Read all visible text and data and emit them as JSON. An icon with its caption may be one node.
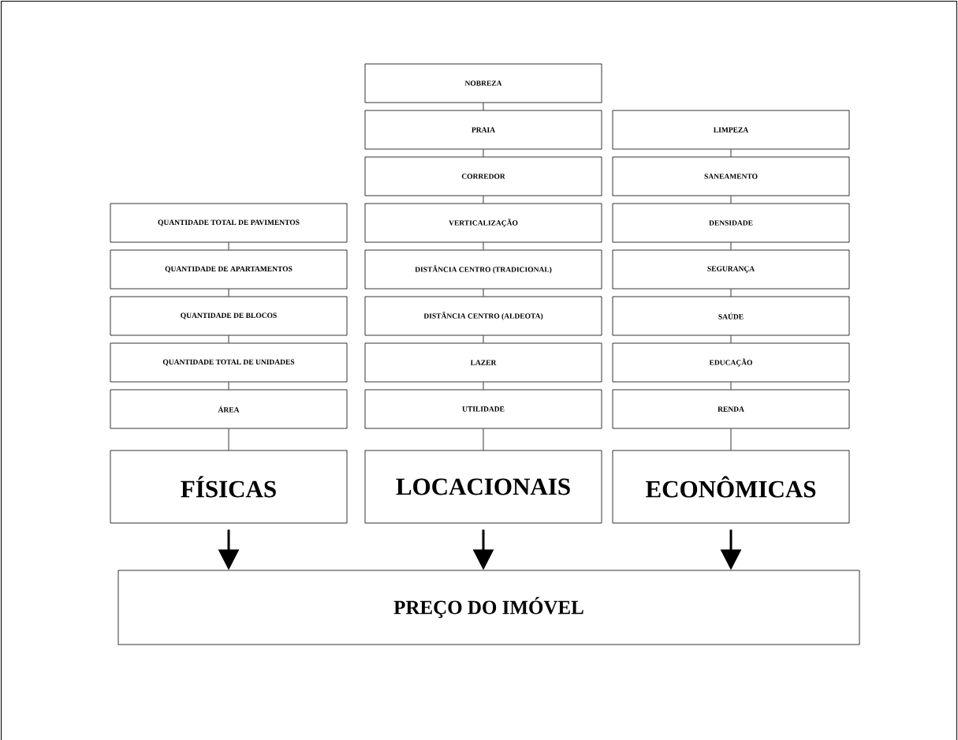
{
  "diagram": {
    "nodes": [
      {
        "text": [
          "QUANTIDADE TOTAL DE PAVIMENTOS"
        ]
      },
      {
        "text": [
          "QUANTIDADE DE APARTAMENTOS"
        ]
      },
      {
        "text": [
          "QUANTIDADE DE BLOCOS"
        ]
      },
      {
        "text": [
          "QUANTIDADE TOTAL DE UNIDADES"
        ]
      },
      {
        "text": [
          "ÁREA"
        ]
      },
      {
        "text": [
          "FÍSICAS"
        ]
      },
      {
        "text": [
          "NOBREZA"
        ]
      },
      {
        "text": [
          "PRAIA"
        ]
      },
      {
        "text": [
          "CORREDOR"
        ]
      },
      {
        "text": [
          "VERTICALIZAÇÃO"
        ]
      },
      {
        "text": [
          "DISTÂNCIA CENTRO (TRADICIONAL)"
        ]
      },
      {
        "text": [
          "DISTÂNCIA CENTRO (ALDEOTA)"
        ]
      },
      {
        "text": [
          "LAZER"
        ]
      },
      {
        "text": [
          "UTILIDADE"
        ]
      },
      {
        "text": [
          "LOCACIONAIS"
        ]
      },
      {
        "text": [
          "LIMPEZA"
        ]
      },
      {
        "text": [
          "SANEAMENTO"
        ]
      },
      {
        "text": [
          "DENSIDADE"
        ]
      },
      {
        "text": [
          "SEGURANÇA"
        ]
      },
      {
        "text": [
          "SAÚDE"
        ]
      },
      {
        "text": [
          "EDUCAÇÃO"
        ]
      },
      {
        "text": [
          "RENDA"
        ]
      },
      {
        "text": [
          "ECONÔMICAS"
        ]
      },
      {
        "text": [
          "PREÇO DO IMÓVEL"
        ]
      }
    ],
    "edges": [
      {
        "from": 0,
        "to": 1,
        "arrow": "none"
      },
      {
        "from": 1,
        "to": 2,
        "arrow": "none"
      },
      {
        "from": 2,
        "to": 3,
        "arrow": "none"
      },
      {
        "from": 3,
        "to": 4,
        "arrow": "none"
      },
      {
        "from": 4,
        "to": 5,
        "arrow": "none"
      },
      {
        "from": 6,
        "to": 7,
        "arrow": "none"
      },
      {
        "from": 7,
        "to": 8,
        "arrow": "none"
      },
      {
        "from": 8,
        "to": 9,
        "arrow": "none"
      },
      {
        "from": 9,
        "to": 10,
        "arrow": "none"
      },
      {
        "from": 10,
        "to": 11,
        "arrow": "none"
      },
      {
        "from": 11,
        "to": 12,
        "arrow": "none"
      },
      {
        "from": 12,
        "to": 13,
        "arrow": "none"
      },
      {
        "from": 13,
        "to": 14,
        "arrow": "none"
      },
      {
        "from": 15,
        "to": 16,
        "arrow": "none"
      },
      {
        "from": 16,
        "to": 17,
        "arrow": "none"
      },
      {
        "from": 17,
        "to": 18,
        "arrow": "none"
      },
      {
        "from": 18,
        "to": 19,
        "arrow": "none"
      },
      {
        "from": 19,
        "to": 20,
        "arrow": "none"
      },
      {
        "from": 20,
        "to": 21,
        "arrow": "none"
      },
      {
        "from": 21,
        "to": 22,
        "arrow": "none"
      },
      {
        "from": 5,
        "to": 23,
        "arrow": "to",
        "style": "thick"
      },
      {
        "from": 14,
        "to": 23,
        "arrow": "to",
        "style": "thick"
      },
      {
        "from": 22,
        "to": 23,
        "arrow": "to",
        "style": "thick"
      }
    ]
  }
}
